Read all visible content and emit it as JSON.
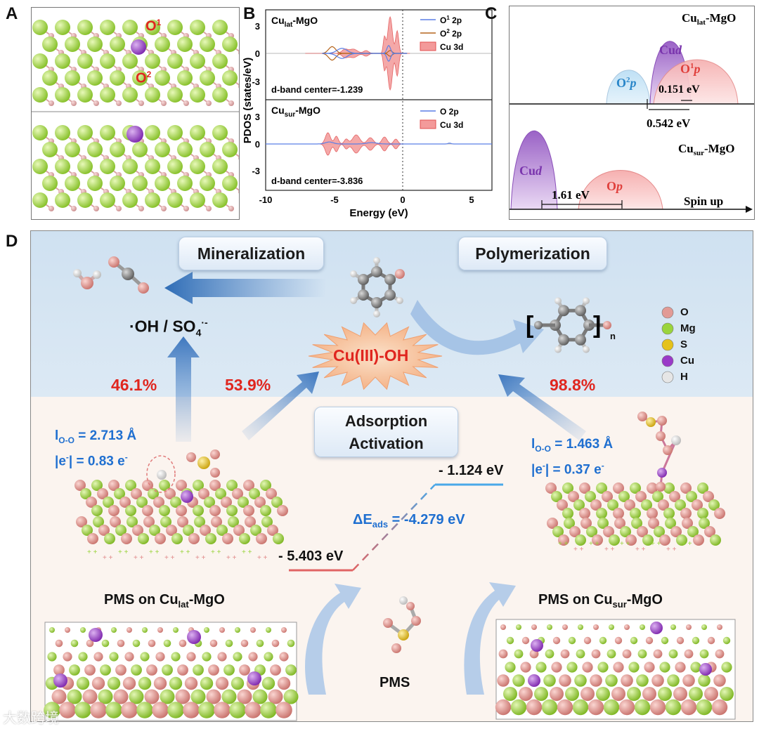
{
  "panels": {
    "a": "A",
    "b": "B",
    "c": "C",
    "d": "D"
  },
  "panel_a": {
    "o1_base": "O",
    "o1_sup": "1",
    "o2_base": "O",
    "o2_sup": "2"
  },
  "panel_b": {
    "ylabel": "PDOS (states/eV)",
    "xlabel": "Energy (eV)",
    "top": {
      "title_base": "Cu",
      "title_sub": "lat",
      "title_rest": "-MgO",
      "legend": [
        {
          "base": "O",
          "sup": "1",
          "rest": " 2p",
          "color": "#5b7fe6"
        },
        {
          "base": "O",
          "sup": "2",
          "rest": " 2p",
          "color": "#b5651d"
        },
        {
          "base": "Cu 3d",
          "sup": "",
          "rest": "",
          "color": "#f07070"
        }
      ],
      "dband": "d-band center=-1.239"
    },
    "bottom": {
      "title_base": "Cu",
      "title_sub": "sur",
      "title_rest": "-MgO",
      "legend": [
        {
          "base": "O 2p",
          "sup": "",
          "rest": "",
          "color": "#5b7fe6"
        },
        {
          "base": "Cu 3d",
          "sup": "",
          "rest": "",
          "color": "#f07070"
        }
      ],
      "dband": "d-band center=-3.836"
    },
    "yticks": [
      "3",
      "0",
      "-3"
    ],
    "xticks": [
      "-10",
      "-5",
      "0",
      "5"
    ]
  },
  "panel_c": {
    "top_title_base": "Cu",
    "top_title_sub": "lat",
    "top_title_rest": "-MgO",
    "o2p_base": "O",
    "o2p_sup": "2",
    "o2p_p": "p",
    "cud_top": "Cu",
    "cud_top_d": "d",
    "o1p_base": "O",
    "o1p_sup": "1",
    "o1p_p": "p",
    "gap_small": "0.151 eV",
    "gap_large": "0.542 eV",
    "bottom_title_base": "Cu",
    "bottom_title_sub": "sur",
    "bottom_title_rest": "-MgO",
    "cud_bottom": "Cu",
    "cud_bottom_d": "d",
    "op_bottom": "O",
    "op_bottom_p": "p",
    "gap_bottom": "1.61 eV",
    "spin": "Spin up"
  },
  "panel_d": {
    "mineralization": "Mineralization",
    "polymerization": "Polymerization",
    "radicals_base": "·OH / SO",
    "radicals_sub": "4",
    "radicals_sup": "·-",
    "cu_oh": "Cu(III)-OH",
    "polymer_n": "n",
    "pct_left": "46.1%",
    "pct_mid": "53.9%",
    "pct_right": "98.8%",
    "adsorption_l1": "Adsorption",
    "adsorption_l2": "Activation",
    "left_info": {
      "l_base": "l",
      "l_sub": "O-O",
      "l_val": " = 2.713 Å",
      "e_base": "|e",
      "e_sup": "-",
      "e_val": "| = 0.83 e",
      "e_unit_sup": "-"
    },
    "right_info": {
      "l_base": "l",
      "l_sub": "O-O",
      "l_val": " = 1.463 Å",
      "e_base": "|e",
      "e_sup": "-",
      "e_val": "| = 0.37 e",
      "e_unit_sup": "-"
    },
    "energy_high": "- 1.124 eV",
    "energy_low": "- 5.403 eV",
    "dE_base": "ΔE",
    "dE_sub": "ads",
    "dE_val": " = -4.279 eV",
    "caption_left_base": "PMS on Cu",
    "caption_left_sub": "lat",
    "caption_left_rest": "-MgO",
    "caption_right_base": "PMS on Cu",
    "caption_right_sub": "sur",
    "caption_right_rest": "-MgO",
    "pms": "PMS",
    "legend": [
      {
        "label": "O",
        "color": "#e29a95"
      },
      {
        "label": "Mg",
        "color": "#9ad43c"
      },
      {
        "label": "S",
        "color": "#e5c21a"
      },
      {
        "label": "Cu",
        "color": "#9a3ac8"
      },
      {
        "label": "H",
        "color": "#e6e6e6"
      }
    ]
  },
  "watermark": "大数跨境"
}
